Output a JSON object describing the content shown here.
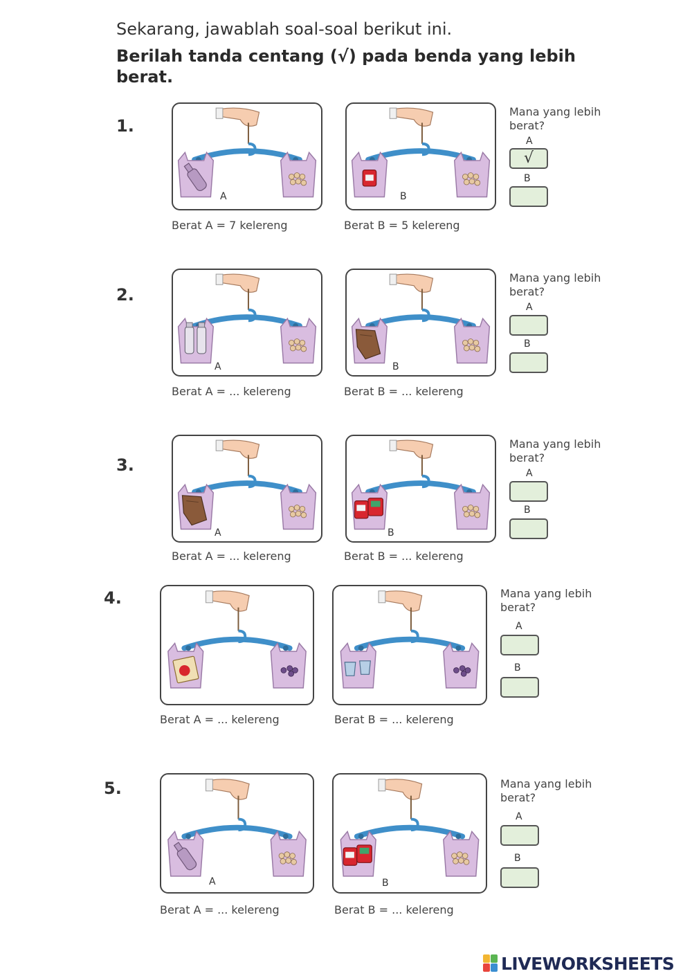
{
  "header": {
    "intro": "Sekarang, jawablah soal-soal berikut ini.",
    "instruction": "Berilah tanda centang (√) pada benda yang lebih berat."
  },
  "questions": [
    {
      "number": "1.",
      "left": {
        "label": "A",
        "weight_text": "Berat A = 7 kelereng",
        "item": "bottle"
      },
      "right": {
        "label": "B",
        "weight_text": "Berat B = 5 kelereng",
        "item": "can"
      },
      "question": "Mana yang lebih berat?",
      "option_a": "A",
      "option_b": "B",
      "answer_a": "√",
      "answer_b": ""
    },
    {
      "number": "2.",
      "left": {
        "label": "A",
        "weight_text": "Berat A = ... kelereng",
        "item": "two-bottles"
      },
      "right": {
        "label": "B",
        "weight_text": "Berat B = ... kelereng",
        "item": "cloth"
      },
      "question": "Mana yang lebih berat?",
      "option_a": "A",
      "option_b": "B",
      "answer_a": "",
      "answer_b": ""
    },
    {
      "number": "3.",
      "left": {
        "label": "A",
        "weight_text": "Berat A = ... kelereng",
        "item": "cloth"
      },
      "right": {
        "label": "B",
        "weight_text": "Berat B = ... kelereng",
        "item": "cans"
      },
      "question": "Mana yang lebih berat?",
      "option_a": "A",
      "option_b": "B",
      "answer_a": "",
      "answer_b": ""
    },
    {
      "number": "4.",
      "left": {
        "label": "",
        "weight_text": "Berat A = ... kelereng",
        "item": "box"
      },
      "right": {
        "label": "",
        "weight_text": "Berat B = ... kelereng",
        "item": "cups"
      },
      "question": "Mana yang lebih berat?",
      "option_a": "A",
      "option_b": "B",
      "answer_a": "",
      "answer_b": ""
    },
    {
      "number": "5.",
      "left": {
        "label": "A",
        "weight_text": "Berat A = ... kelereng",
        "item": "bottle"
      },
      "right": {
        "label": "B",
        "weight_text": "Berat B = ... kelereng",
        "item": "cans"
      },
      "question": "Mana yang lebih berat?",
      "option_a": "A",
      "option_b": "B",
      "answer_a": "",
      "answer_b": ""
    }
  ],
  "footer": {
    "logo_text": "LIVEWORKSHEETS"
  },
  "colors": {
    "hanger": "#3f8fc9",
    "bag": "#d9bde0",
    "bag_stroke": "#9a7aa6",
    "answer_fill": "#e3efdb",
    "logo_text": "#1f2a55"
  }
}
